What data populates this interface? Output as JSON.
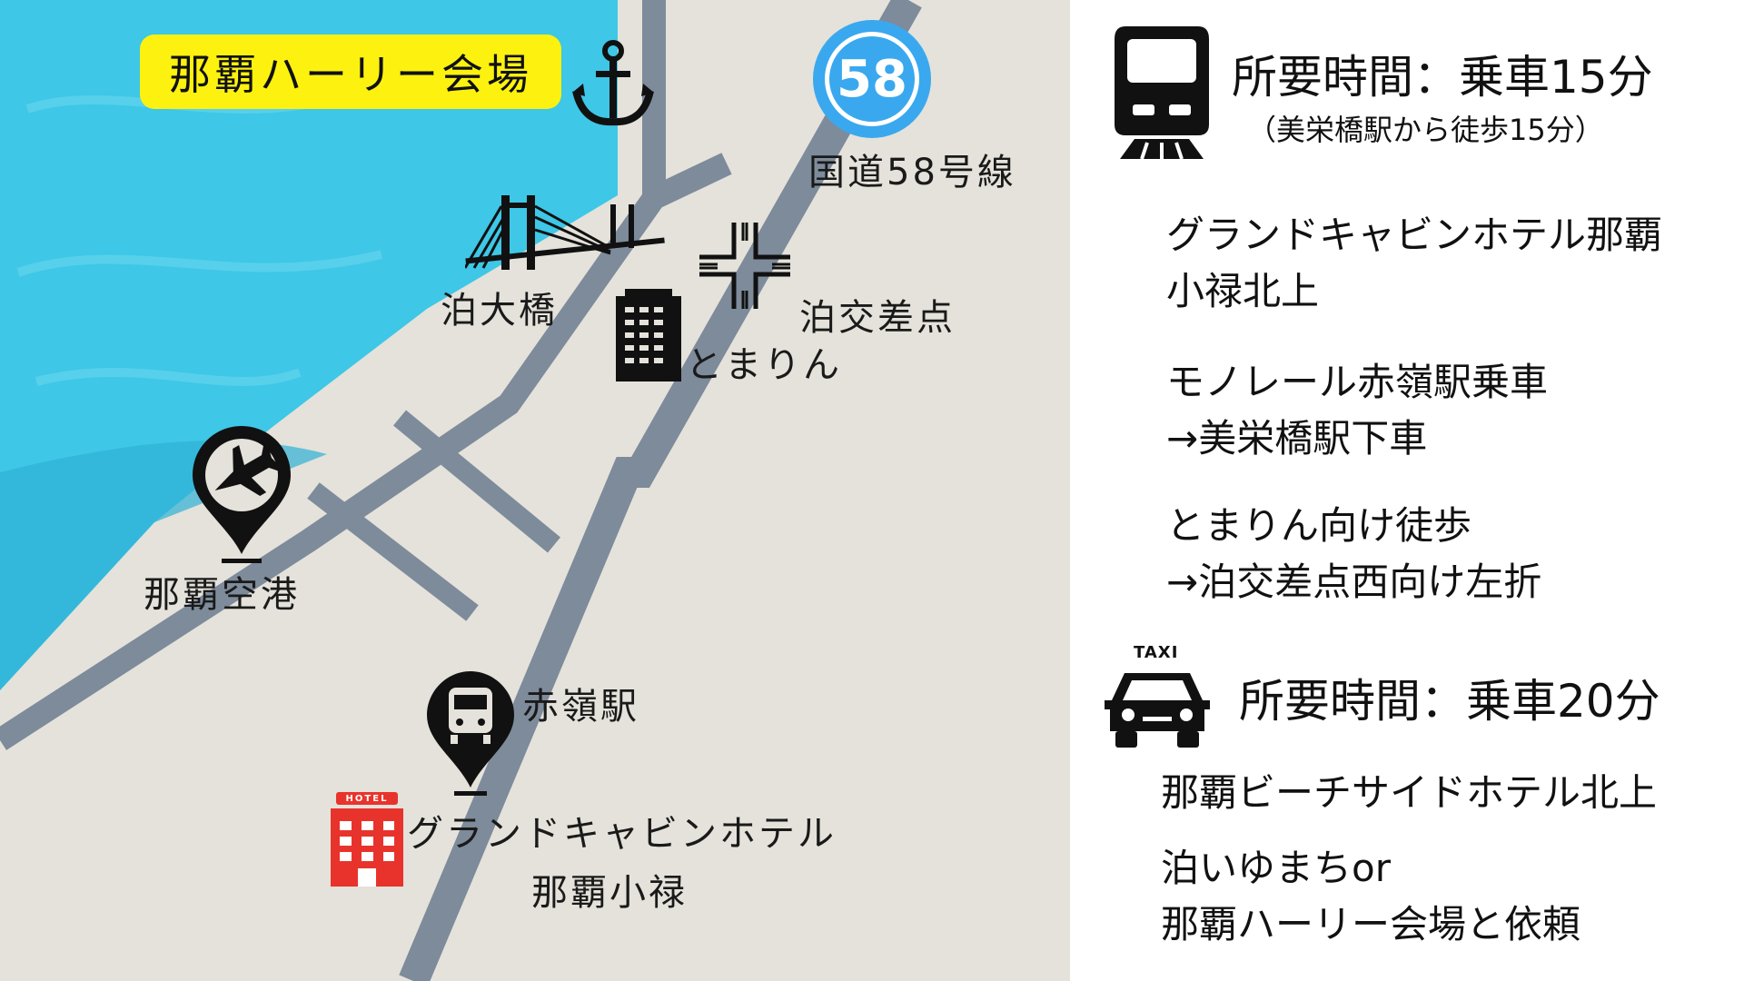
{
  "map": {
    "venue_label": "那覇ハーリー会場",
    "route_number": "58",
    "route_label": "国道58号線",
    "bridge_label": "泊大橋",
    "intersection_label": "泊交差点",
    "tomarin_label": "とまりん",
    "airport_label": "那覇空港",
    "station_label": "赤嶺駅",
    "hotel_sign": "HOTEL",
    "hotel_label_line1": "グランドキャビンホテル",
    "hotel_label_line2": "那覇小禄",
    "icons": [
      "anchor-icon",
      "route-58-icon",
      "bridge-icon",
      "intersection-icon",
      "building-icon",
      "airplane-pin-icon",
      "train-pin-icon",
      "hotel-icon"
    ],
    "colors": {
      "sea": "#3ec7e6",
      "land": "#e4e2da",
      "road": "#7d8b9b",
      "badge": "#fdf20f",
      "route_badge": "#3aa8ee",
      "hotel": "#e8332c"
    }
  },
  "monorail": {
    "icon": "train-icon",
    "time": "所要時間：乗車15分",
    "note": "（美栄橋駅から徒歩15分）",
    "steps": [
      [
        "グランドキャビンホテル那覇",
        "小禄北上"
      ],
      [
        "モノレール赤嶺駅乗車",
        "→美栄橋駅下車"
      ],
      [
        "とまりん向け徒歩",
        "→泊交差点西向け左折"
      ]
    ]
  },
  "taxi": {
    "icon": "taxi-icon",
    "sign": "TAXI",
    "time": "所要時間：乗車20分",
    "steps": [
      [
        "那覇ビーチサイドホテル北上"
      ],
      [
        "泊いゆまちor",
        "那覇ハーリー会場と依頼"
      ]
    ]
  }
}
